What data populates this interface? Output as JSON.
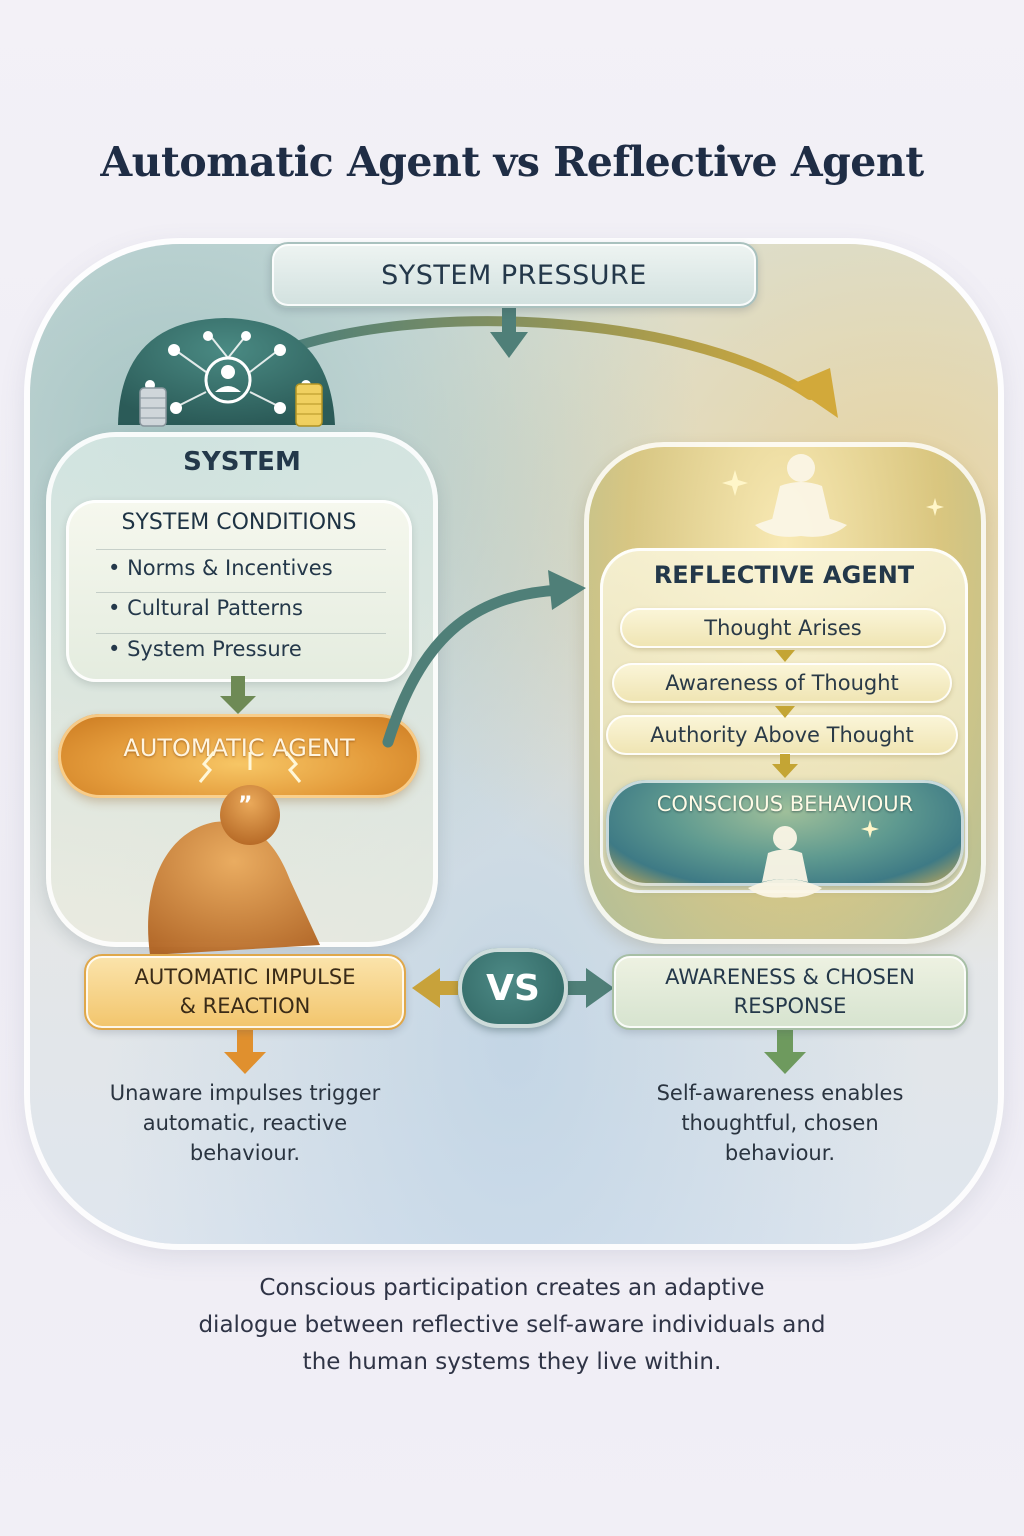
{
  "title": "Automatic Agent vs Reflective Agent",
  "top": {
    "label": "SYSTEM PRESSURE"
  },
  "system": {
    "label": "SYSTEM",
    "conditions_title": "SYSTEM CONDITIONS",
    "conditions": [
      "Norms & Incentives",
      "Cultural Patterns",
      "System Pressure"
    ],
    "bullet": "•"
  },
  "automatic_agent": {
    "label": "AUTOMATIC AGENT"
  },
  "reflective": {
    "label": "REFLECTIVE AGENT",
    "steps": [
      "Thought Arises",
      "Awareness of Thought",
      "Authority Above Thought"
    ],
    "outcome": "CONSCIOUS BEHAVIOUR"
  },
  "comparison": {
    "left": {
      "line1": "AUTOMATIC IMPULSE",
      "line2": "& REACTION"
    },
    "vs": "VS",
    "right": {
      "line1": "AWARENESS & CHOSEN",
      "line2": "RESPONSE"
    }
  },
  "captions": {
    "left": [
      "Unaware impulses trigger",
      "automatic, reactive",
      "behaviour."
    ],
    "right": [
      "Self-awareness enables",
      "thoughtful, chosen",
      "behaviour."
    ]
  },
  "footer": [
    "Conscious participation creates an adaptive",
    "dialogue between reflective self-aware individuals and",
    "the human systems they live within."
  ],
  "icons": {
    "network": "people-network-icon",
    "meditator": "meditating-person-icon",
    "stressed": "stressed-person-icon",
    "coins": "coin-stack-icon"
  },
  "colors": {
    "teal": "#4d8a86",
    "gold": "#e39a3a",
    "navy": "#1f2d45",
    "arrow_teal": "#4f7f78",
    "arrow_gold": "#c89a30"
  }
}
